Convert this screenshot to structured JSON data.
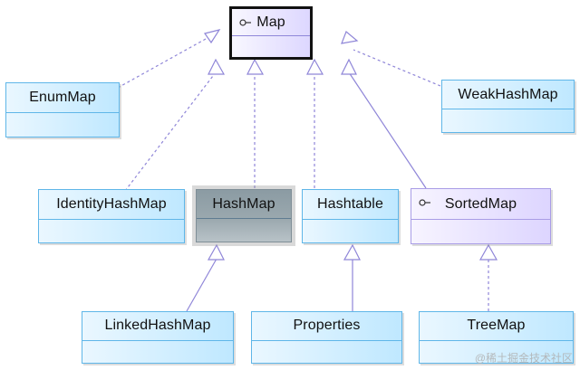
{
  "diagram": {
    "nodes": {
      "map": {
        "label": "Map",
        "kind": "interface"
      },
      "enum_map": {
        "label": "EnumMap",
        "kind": "class"
      },
      "weak_hash_map": {
        "label": "WeakHashMap",
        "kind": "class"
      },
      "identity_hash_map": {
        "label": "IdentityHashMap",
        "kind": "class"
      },
      "hash_map": {
        "label": "HashMap",
        "kind": "class",
        "highlighted": true
      },
      "hashtable": {
        "label": "Hashtable",
        "kind": "class"
      },
      "sorted_map": {
        "label": "SortedMap",
        "kind": "interface"
      },
      "linked_hash_map": {
        "label": "LinkedHashMap",
        "kind": "class"
      },
      "properties": {
        "label": "Properties",
        "kind": "class"
      },
      "tree_map": {
        "label": "TreeMap",
        "kind": "class"
      }
    },
    "relationships": [
      {
        "from": "enum_map",
        "to": "map",
        "type": "implements"
      },
      {
        "from": "identity_hash_map",
        "to": "map",
        "type": "implements"
      },
      {
        "from": "hash_map",
        "to": "map",
        "type": "implements"
      },
      {
        "from": "hashtable",
        "to": "map",
        "type": "implements"
      },
      {
        "from": "sorted_map",
        "to": "map",
        "type": "extends"
      },
      {
        "from": "weak_hash_map",
        "to": "map",
        "type": "implements"
      },
      {
        "from": "linked_hash_map",
        "to": "hash_map",
        "type": "extends"
      },
      {
        "from": "properties",
        "to": "hashtable",
        "type": "extends"
      },
      {
        "from": "tree_map",
        "to": "sorted_map",
        "type": "implements"
      }
    ]
  },
  "colors": {
    "class_fill_start": "#eaf7ff",
    "class_fill_end": "#bfe8ff",
    "class_border": "#5fb6e8",
    "interface_fill_start": "#f7f4ff",
    "interface_fill_end": "#ddd5ff",
    "interface_border": "#a99de6",
    "connector": "#8f86d8",
    "highlight": "#9aa8ae"
  },
  "watermark": "@稀土掘金技术社区"
}
